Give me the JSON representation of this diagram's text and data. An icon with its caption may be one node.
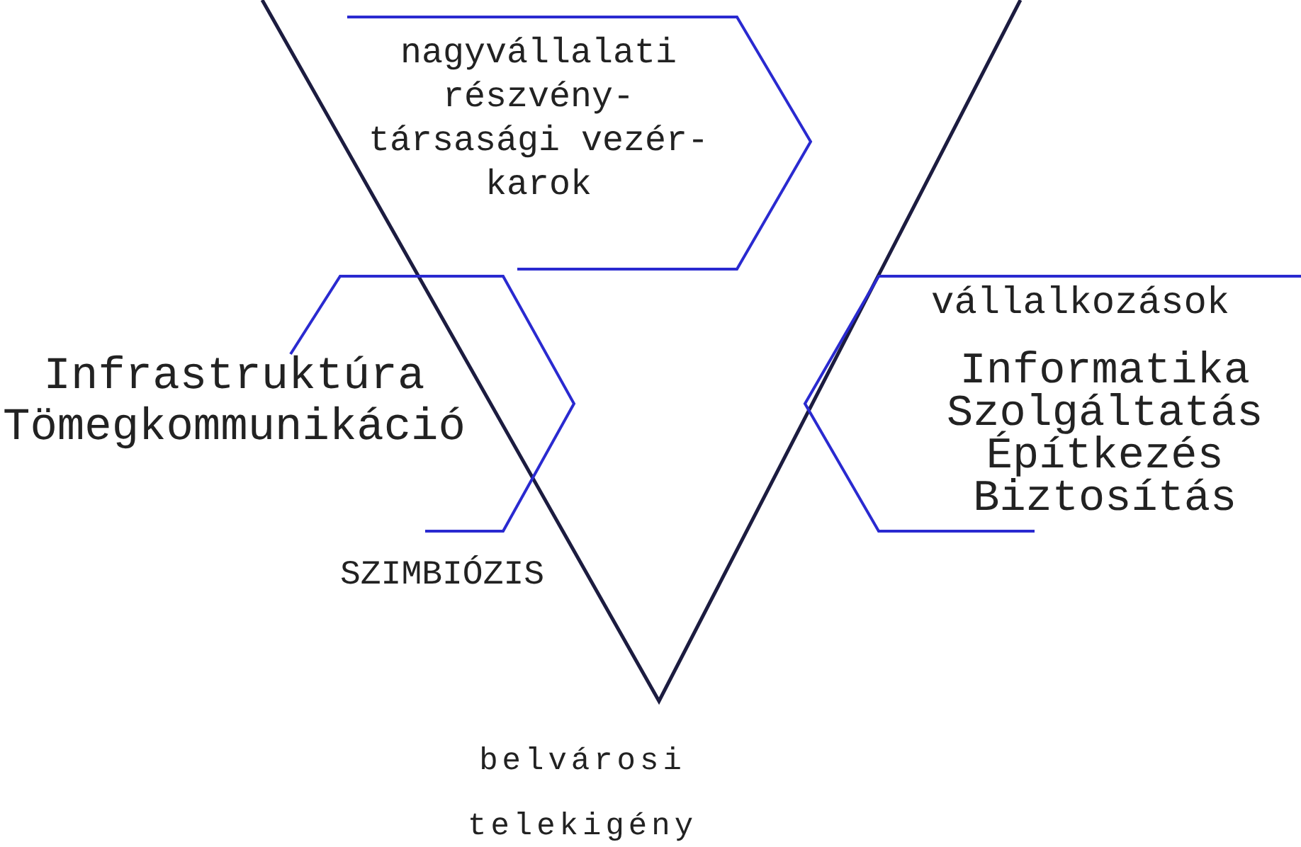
{
  "diagram": {
    "nodes": [
      {
        "text": [
          "nagyvállalati részvény- társasági vezér- karok"
        ]
      },
      {
        "text": [
          "Infrastruktúra Tömegkommunikáció"
        ]
      },
      {
        "text": [
          "vállalkozások",
          "Informatika Szolgáltatás Építkezés Biztosítás"
        ]
      }
    ],
    "labels": [
      "SZIMBIÓZIS",
      "belvárosi telekigény"
    ]
  }
}
